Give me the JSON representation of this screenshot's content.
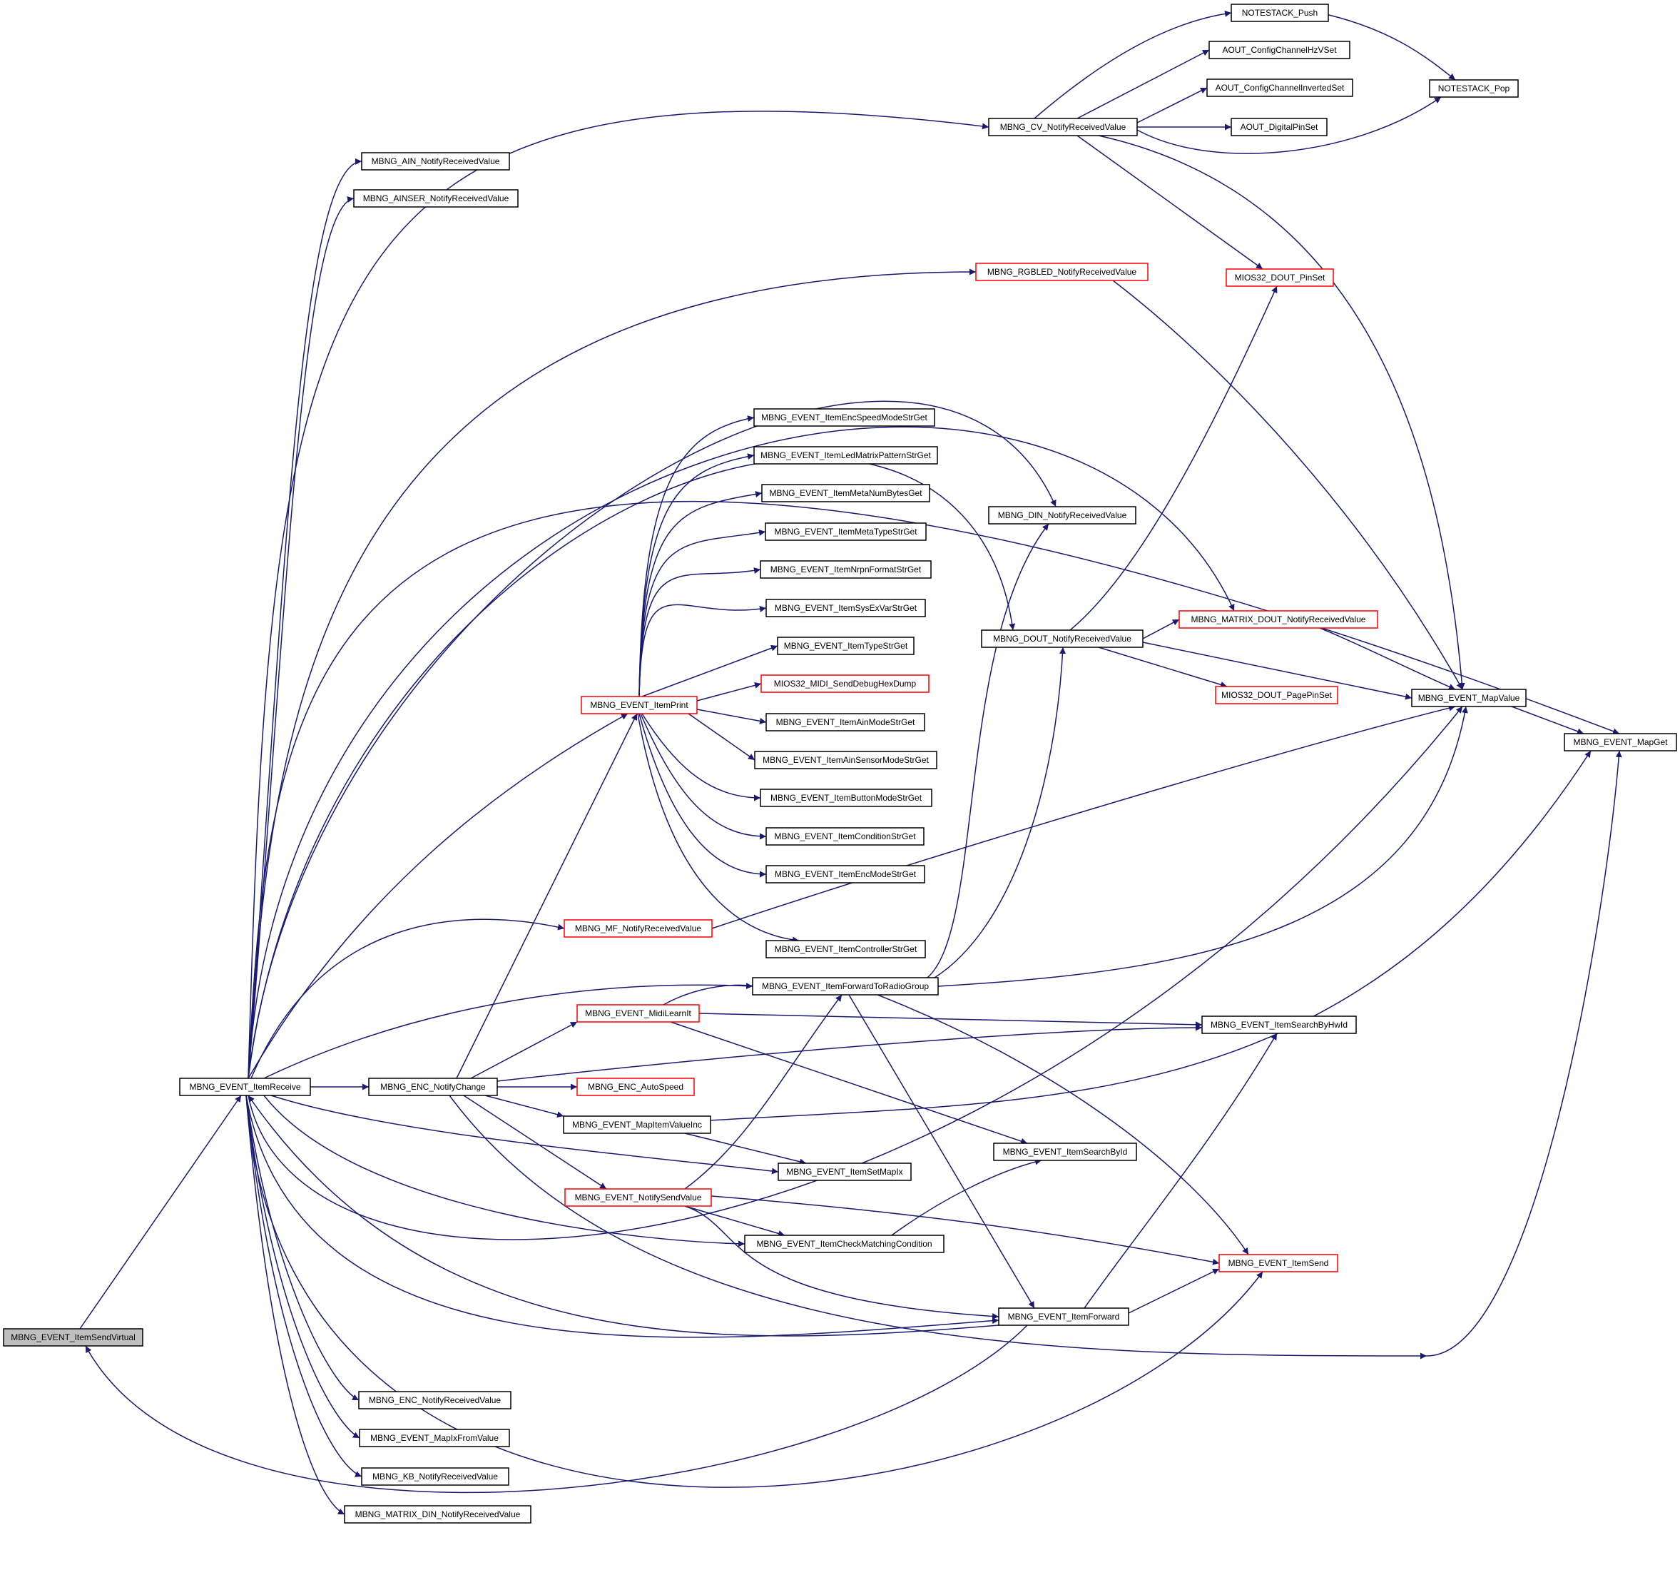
{
  "colors": {
    "edge": "#191970",
    "border": "#000000",
    "highlight_border": "#ff0000",
    "focus_fill": "#bfbfbf",
    "background": "#ffffff"
  },
  "nodes": {
    "item_send_virtual": "MBNG_EVENT_ItemSendVirtual",
    "item_receive": "MBNG_EVENT_ItemReceive",
    "cv_notify": "MBNG_CV_NotifyReceivedValue",
    "notestack_push": "NOTESTACK_Push",
    "aout_hzv": "AOUT_ConfigChannelHzVSet",
    "aout_inverted": "AOUT_ConfigChannelInvertedSet",
    "aout_digital": "AOUT_DigitalPinSet",
    "notestack_pop": "NOTESTACK_Pop",
    "ain_notify": "MBNG_AIN_NotifyReceivedValue",
    "ainser_notify": "MBNG_AINSER_NotifyReceivedValue",
    "rgbled_notify": "MBNG_RGBLED_NotifyReceivedValue",
    "dout_pinset": "MIOS32_DOUT_PinSet",
    "speed_mode": "MBNG_EVENT_ItemEncSpeedModeStrGet",
    "led_matrix": "MBNG_EVENT_ItemLedMatrixPatternStrGet",
    "meta_num": "MBNG_EVENT_ItemMetaNumBytesGet",
    "meta_type": "MBNG_EVENT_ItemMetaTypeStrGet",
    "nrpn_format": "MBNG_EVENT_ItemNrpnFormatStrGet",
    "sysex_var": "MBNG_EVENT_ItemSysExVarStrGet",
    "type_str": "MBNG_EVENT_ItemTypeStrGet",
    "hex_dump": "MIOS32_MIDI_SendDebugHexDump",
    "item_print": "MBNG_EVENT_ItemPrint",
    "ain_mode": "MBNG_EVENT_ItemAinModeStrGet",
    "ain_sensor": "MBNG_EVENT_ItemAinSensorModeStrGet",
    "button_mode": "MBNG_EVENT_ItemButtonModeStrGet",
    "condition_str": "MBNG_EVENT_ItemConditionStrGet",
    "enc_mode": "MBNG_EVENT_ItemEncModeStrGet",
    "din_notify": "MBNG_DIN_NotifyReceivedValue",
    "dout_notify": "MBNG_DOUT_NotifyReceivedValue",
    "matrix_dout": "MBNG_MATRIX_DOUT_NotifyReceivedValue",
    "page_pinset": "MIOS32_DOUT_PagePinSet",
    "map_value": "MBNG_EVENT_MapValue",
    "map_get": "MBNG_EVENT_MapGet",
    "mf_notify": "MBNG_MF_NotifyReceivedValue",
    "controller_str": "MBNG_EVENT_ItemControllerStrGet",
    "forward_radio": "MBNG_EVENT_ItemForwardToRadioGroup",
    "midi_learn": "MBNG_EVENT_MidiLearnIt",
    "search_hwid": "MBNG_EVENT_ItemSearchByHwId",
    "enc_notify_change": "MBNG_ENC_NotifyChange",
    "enc_autospeed": "MBNG_ENC_AutoSpeed",
    "map_item_inc": "MBNG_EVENT_MapItemValueInc",
    "search_id": "MBNG_EVENT_ItemSearchById",
    "set_map_ix": "MBNG_EVENT_ItemSetMapIx",
    "notify_send": "MBNG_EVENT_NotifySendValue",
    "check_matching": "MBNG_EVENT_ItemCheckMatchingCondition",
    "item_send": "MBNG_EVENT_ItemSend",
    "item_forward": "MBNG_EVENT_ItemForward",
    "enc_notify_recv": "MBNG_ENC_NotifyReceivedValue",
    "map_ix_from": "MBNG_EVENT_MapIxFromValue",
    "kb_notify": "MBNG_KB_NotifyReceivedValue",
    "matrix_din": "MBNG_MATRIX_DIN_NotifyReceivedValue"
  }
}
